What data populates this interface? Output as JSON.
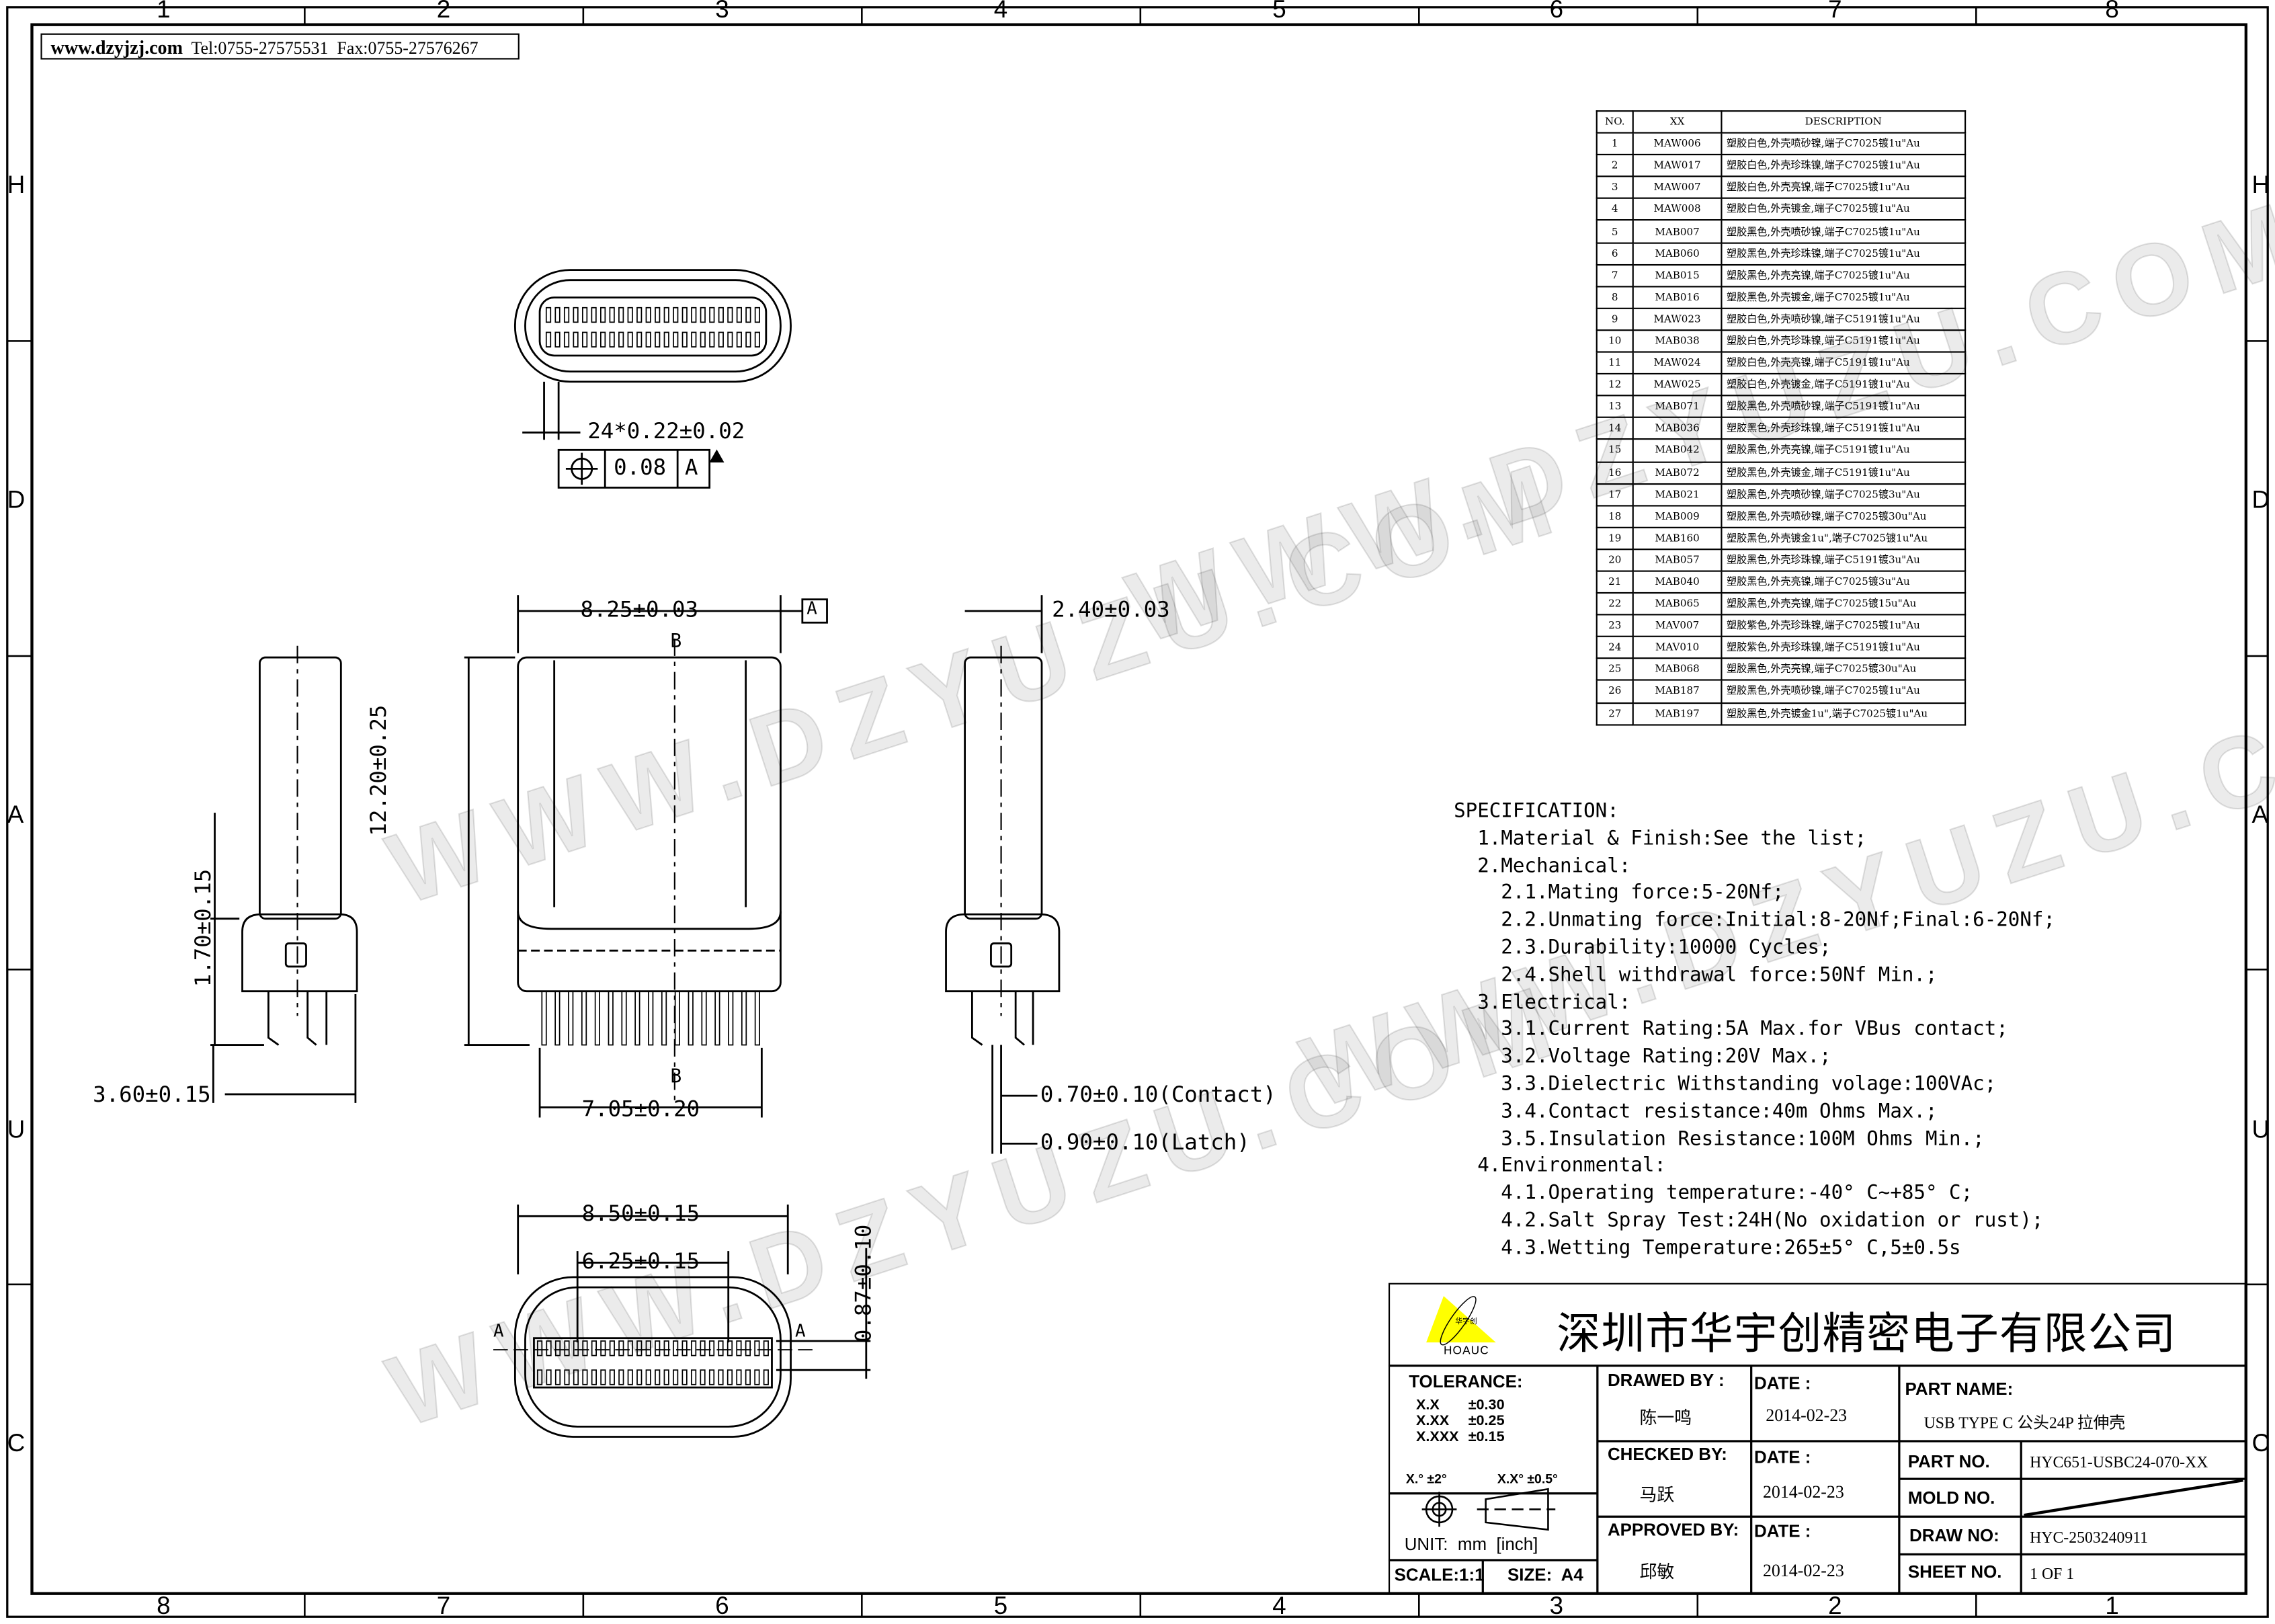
{
  "header": {
    "website": "www.dzyjzj.com",
    "tel": "Tel:0755-27575531",
    "fax": "Fax:0755-27576267"
  },
  "watermark": "WWW.DZYUZU.COM",
  "frame": {
    "top_columns": [
      "1",
      "2",
      "3",
      "4",
      "5",
      "6",
      "7",
      "8"
    ],
    "bottom_columns": [
      "8",
      "7",
      "6",
      "5",
      "4",
      "3",
      "2",
      "1"
    ],
    "rows": [
      "H",
      "D",
      "A",
      "U",
      "C"
    ]
  },
  "bom": {
    "headers": [
      "NO.",
      "XX",
      "DESCRIPTION"
    ],
    "rows": [
      [
        "1",
        "MAW006",
        "塑胶白色,外壳喷砂镍,端子C7025镀1u\"Au"
      ],
      [
        "2",
        "MAW017",
        "塑胶白色,外壳珍珠镍,端子C7025镀1u\"Au"
      ],
      [
        "3",
        "MAW007",
        "塑胶白色,外壳亮镍,端子C7025镀1u\"Au"
      ],
      [
        "4",
        "MAW008",
        "塑胶白色,外壳镀金,端子C7025镀1u\"Au"
      ],
      [
        "5",
        "MAB007",
        "塑胶黑色,外壳喷砂镍,端子C7025镀1u\"Au"
      ],
      [
        "6",
        "MAB060",
        "塑胶黑色,外壳珍珠镍,端子C7025镀1u\"Au"
      ],
      [
        "7",
        "MAB015",
        "塑胶黑色,外壳亮镍,端子C7025镀1u\"Au"
      ],
      [
        "8",
        "MAB016",
        "塑胶黑色,外壳镀金,端子C7025镀1u\"Au"
      ],
      [
        "9",
        "MAW023",
        "塑胶白色,外壳喷砂镍,端子C5191镀1u\"Au"
      ],
      [
        "10",
        "MAB038",
        "塑胶白色,外壳珍珠镍,端子C5191镀1u\"Au"
      ],
      [
        "11",
        "MAW024",
        "塑胶白色,外壳亮镍,端子C5191镀1u\"Au"
      ],
      [
        "12",
        "MAW025",
        "塑胶白色,外壳镀金,端子C5191镀1u\"Au"
      ],
      [
        "13",
        "MAB071",
        "塑胶黑色,外壳喷砂镍,端子C5191镀1u\"Au"
      ],
      [
        "14",
        "MAB036",
        "塑胶黑色,外壳珍珠镍,端子C5191镀1u\"Au"
      ],
      [
        "15",
        "MAB042",
        "塑胶黑色,外壳亮镍,端子C5191镀1u\"Au"
      ],
      [
        "16",
        "MAB072",
        "塑胶黑色,外壳镀金,端子C5191镀1u\"Au"
      ],
      [
        "17",
        "MAB021",
        "塑胶黑色,外壳喷砂镍,端子C7025镀3u\"Au"
      ],
      [
        "18",
        "MAB009",
        "塑胶黑色,外壳喷砂镍,端子C7025镀30u\"Au"
      ],
      [
        "19",
        "MAB160",
        "塑胶黑色,外壳镀金1u\",端子C7025镀1u\"Au"
      ],
      [
        "20",
        "MAB057",
        "塑胶黑色,外壳珍珠镍,端子C5191镀3u\"Au"
      ],
      [
        "21",
        "MAB040",
        "塑胶黑色,外壳亮镍,端子C7025镀3u\"Au"
      ],
      [
        "22",
        "MAB065",
        "塑胶黑色,外壳亮镍,端子C7025镀15u\"Au"
      ],
      [
        "23",
        "MAV007",
        "塑胶紫色,外壳珍珠镍,端子C7025镀1u\"Au"
      ],
      [
        "24",
        "MAV010",
        "塑胶紫色,外壳珍珠镍,端子C5191镀1u\"Au"
      ],
      [
        "25",
        "MAB068",
        "塑胶黑色,外壳亮镍,端子C7025镀30u\"Au"
      ],
      [
        "26",
        "MAB187",
        "塑胶黑色,外壳喷砂镍,端子C7025镀1u\"Au"
      ],
      [
        "27",
        "MAB197",
        "塑胶黑色,外壳镀金1u\",端子C7025镀1u\"Au"
      ]
    ]
  },
  "spec": {
    "title": "SPECIFICATION:",
    "lines": [
      "  1.Material & Finish:See the list;",
      "  2.Mechanical:",
      "    2.1.Mating force:5-20Nf;",
      "    2.2.Unmating force:Initial:8-20Nf;Final:6-20Nf;",
      "    2.3.Durability:10000 Cycles;",
      "    2.4.Shell withdrawal force:50Nf Min.;",
      "  3.Electrical:",
      "    3.1.Current Rating:5A Max.for VBus contact;",
      "    3.2.Voltage Rating:20V Max.;",
      "    3.3.Dielectric Withstanding volage:100VAc;",
      "    3.4.Contact resistance:40m Ohms Max.;",
      "    3.5.Insulation Resistance:100M Ohms Min.;",
      "  4.Environmental:",
      "    4.1.Operating temperature:-40° C~+85° C;",
      "    4.2.Salt Spray Test:24H(No oxidation or rust);",
      "    4.3.Wetting Temperature:265±5° C,5±0.5s"
    ]
  },
  "dimensions": {
    "pitch": "24*0.22±0.02",
    "position_tol": "0.08",
    "datum": "A",
    "width": "8.25±0.03",
    "thickness": "2.40±0.03",
    "length": "12.20±0.25",
    "side_height": "1.70±0.15",
    "side_depth": "3.60±0.15",
    "pin_span": "7.05±0.20",
    "contact": "0.70±0.10(Contact)",
    "latch": "0.90±0.10(Latch)",
    "outer_width": "8.50±0.15",
    "inner_width": "6.25±0.15",
    "tongue": "0.87±0.10",
    "section": "B",
    "section_a": "A"
  },
  "title_block": {
    "logo_text": "HOAUC",
    "logo_cn": "华宇创",
    "company": "深圳市华宇创精密电子有限公司",
    "tolerance_label": "TOLERANCE:",
    "tolerances": [
      [
        "X.X",
        "±0.30"
      ],
      [
        "X.XX",
        "±0.25"
      ],
      [
        "X.XXX",
        "±0.15"
      ]
    ],
    "angle_tol": [
      "X.° ±2°",
      "X.X° ±0.5°"
    ],
    "unit": "UNIT:  mm  [inch]",
    "scale": "SCALE:1:1",
    "size": "SIZE:  A4",
    "drawed_by_label": "DRAWED BY :",
    "drawed_by": "陈一鸣",
    "checked_by_label": "CHECKED BY:",
    "checked_by": "马跃",
    "approved_by_label": "APPROVED BY:",
    "approved_by": "邱敏",
    "date_label": "DATE :",
    "dates": [
      "2014-02-23",
      "2014-02-23",
      "2014-02-23"
    ],
    "part_name_label": "PART NAME:",
    "part_name": "USB TYPE C 公头24P 拉伸壳",
    "part_no_label": "PART NO.",
    "part_no": "HYC651-USBC24-070-XX",
    "mold_no_label": "MOLD NO.",
    "draw_no_label": "DRAW NO:",
    "draw_no": "HYC-2503240911",
    "sheet_no_label": "SHEET NO.",
    "sheet_no": "1 OF 1"
  }
}
